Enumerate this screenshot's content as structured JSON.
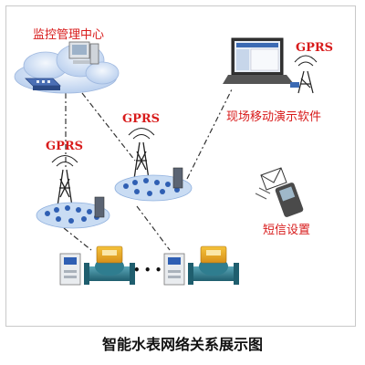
{
  "labels": {
    "monitor_center": "监控管理中心",
    "gprs_top": "GPRS",
    "gprs_mid": "GPRS",
    "gprs_left": "GPRS",
    "field_software": "现场移动演示软件",
    "sms_setting": "短信设置",
    "ellipsis": "• • •"
  },
  "caption": "智能水表网络关系展示图",
  "colors": {
    "label_red": "#d81b1b",
    "meter_orange": "#e8a81c",
    "pipe_teal": "#2f7d8f",
    "cloud_blue": "#c9dcf3",
    "cloud_node": "#2f5fb3"
  },
  "icons": [
    "cloud-icon",
    "computer-icon",
    "router-icon",
    "laptop-icon",
    "antenna-tower-icon",
    "sms-phone-icon",
    "water-meter-icon",
    "controller-box-icon"
  ]
}
